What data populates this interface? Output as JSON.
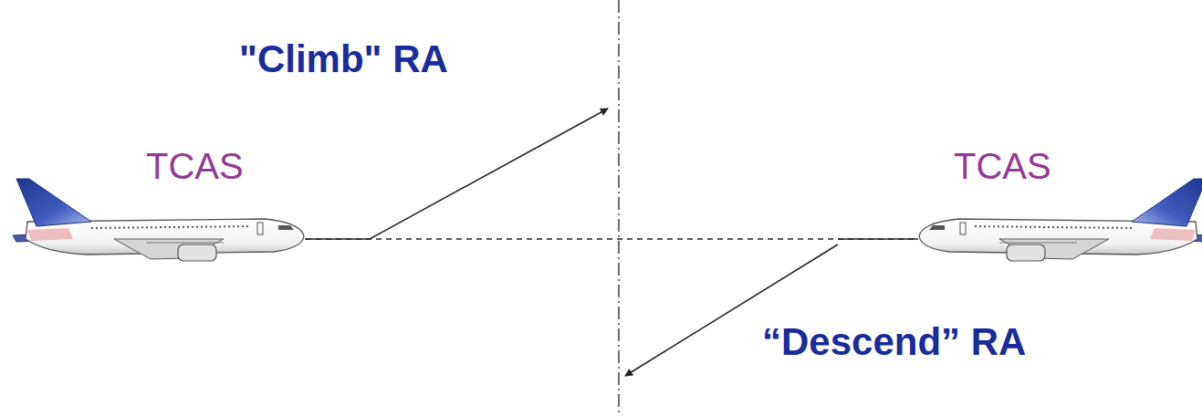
{
  "diagram": {
    "nodes": [
      {
        "text": [
          "TCAS"
        ]
      },
      {
        "text": [
          "TCAS"
        ]
      }
    ],
    "edges": [
      {
        "from": 0,
        "to": 1,
        "arrow": "none"
      }
    ],
    "labels": [
      "\"Climb\" RA",
      "“Descend” RA"
    ]
  }
}
